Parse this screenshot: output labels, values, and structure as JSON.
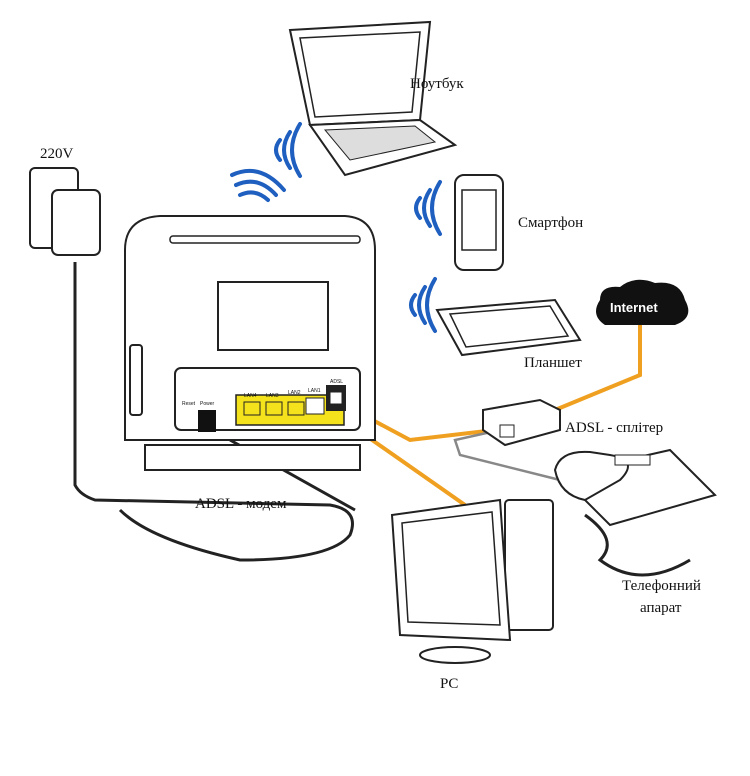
{
  "labels": {
    "power": "220V",
    "laptop": "Ноутбук",
    "smartphone": "Смартфон",
    "tablet": "Планшет",
    "internet": "Internet",
    "splitter": "ADSL - сплітер",
    "modem": "ADSL - модем",
    "pc": "PC",
    "phone_line1": "Телефонний",
    "phone_line2": "апарат"
  },
  "router_ports": {
    "reset": "Reset",
    "power": "Power",
    "lan4": "LAN4",
    "lan3": "LAN3",
    "lan2": "LAN2",
    "lan1": "LAN1",
    "adsl": "ADSL"
  },
  "colors": {
    "ethernet_cable": "#f0a020",
    "wifi": "#1f5fbf",
    "lan_block": "#f4e21c",
    "cable": "#222222",
    "phone_cable": "#888888"
  }
}
